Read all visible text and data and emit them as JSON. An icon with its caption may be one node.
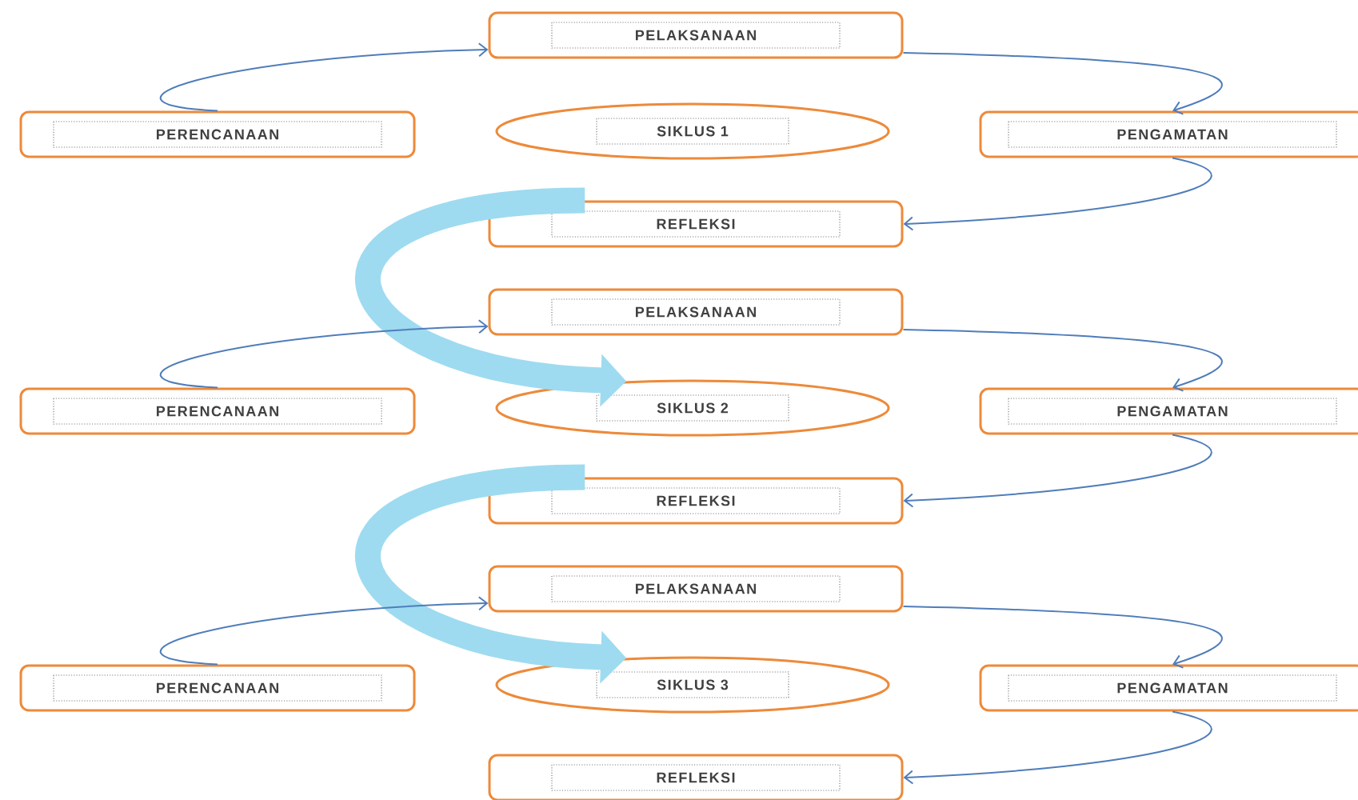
{
  "diagram": {
    "nodes": [
      {
        "text": [
          "PELAKSANAAN"
        ]
      },
      {
        "text": [
          "PERENCANAAN"
        ]
      },
      {
        "text": [
          "SIKLUS 1"
        ]
      },
      {
        "text": [
          "PENGAMATAN"
        ]
      },
      {
        "text": [
          "REFLEKSI"
        ]
      },
      {
        "text": [
          "PELAKSANAAN"
        ]
      },
      {
        "text": [
          "PERENCANAAN"
        ]
      },
      {
        "text": [
          "SIKLUS 2"
        ]
      },
      {
        "text": [
          "PENGAMATAN"
        ]
      },
      {
        "text": [
          "REFLEKSI"
        ]
      },
      {
        "text": [
          "PELAKSANAAN"
        ]
      },
      {
        "text": [
          "PERENCANAAN"
        ]
      },
      {
        "text": [
          "SIKLUS 3"
        ]
      },
      {
        "text": [
          "PENGAMATAN"
        ]
      },
      {
        "text": [
          "REFLEKSI"
        ]
      }
    ],
    "edges": [
      {
        "from": 1,
        "to": 0,
        "arrow": "to"
      },
      {
        "from": 0,
        "to": 3,
        "arrow": "to"
      },
      {
        "from": 3,
        "to": 4,
        "arrow": "to"
      },
      {
        "from": 4,
        "to": 7,
        "arrow": "to",
        "style": "thick",
        "color": "#9edbf0"
      },
      {
        "from": 6,
        "to": 5,
        "arrow": "to"
      },
      {
        "from": 5,
        "to": 8,
        "arrow": "to"
      },
      {
        "from": 8,
        "to": 9,
        "arrow": "to"
      },
      {
        "from": 9,
        "to": 12,
        "arrow": "to",
        "style": "thick",
        "color": "#9edbf0"
      },
      {
        "from": 11,
        "to": 10,
        "arrow": "to"
      },
      {
        "from": 10,
        "to": 13,
        "arrow": "to"
      },
      {
        "from": 13,
        "to": 14,
        "arrow": "to"
      }
    ]
  }
}
